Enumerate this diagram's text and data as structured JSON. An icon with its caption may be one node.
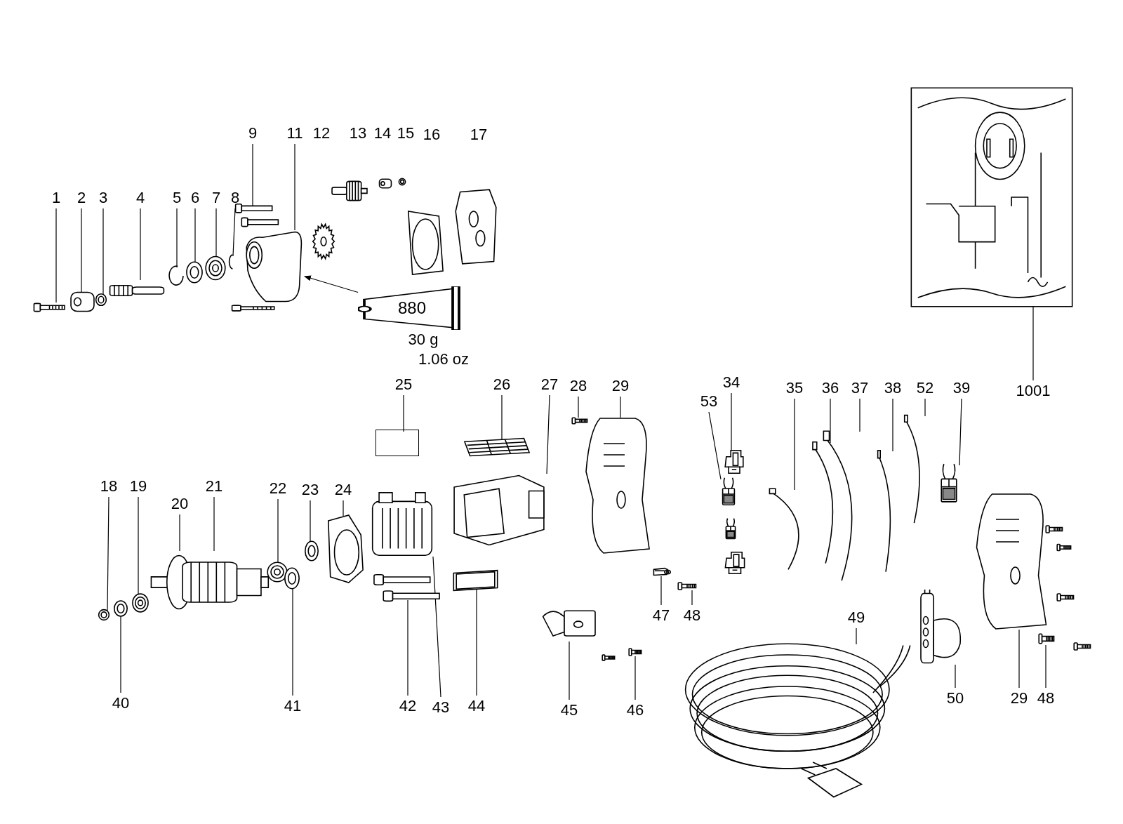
{
  "diagram": {
    "nodes": [
      {
        "text": [
          "1"
        ]
      },
      {
        "text": [],
        "shape": "picture"
      },
      {
        "text": [
          "2"
        ]
      },
      {
        "text": [],
        "shape": "picture"
      },
      {
        "text": [
          "3"
        ]
      },
      {
        "text": [],
        "shape": "picture"
      },
      {
        "text": [
          "4"
        ]
      },
      {
        "text": [],
        "shape": "picture"
      },
      {
        "text": [
          "5"
        ]
      },
      {
        "text": [],
        "shape": "picture"
      },
      {
        "text": [
          "6"
        ]
      },
      {
        "text": [],
        "shape": "picture"
      },
      {
        "text": [
          "7"
        ]
      },
      {
        "text": [],
        "shape": "picture"
      },
      {
        "text": [
          "8"
        ]
      },
      {
        "text": [],
        "shape": "picture"
      },
      {
        "text": [
          "9"
        ]
      },
      {
        "text": [],
        "shape": "picture"
      },
      {
        "text": [
          "11"
        ]
      },
      {
        "text": [],
        "shape": "picture"
      },
      {
        "text": [
          "880"
        ],
        "beside": [
          "30 g",
          "1.06 oz"
        ]
      },
      {
        "text": [
          "25"
        ]
      },
      {
        "text": [],
        "shape": "box"
      },
      {
        "text": [
          "26"
        ]
      },
      {
        "text": [],
        "shape": "picture"
      },
      {
        "text": [
          "27"
        ]
      },
      {
        "text": [],
        "shape": "picture"
      },
      {
        "text": [
          "28"
        ]
      },
      {
        "text": [],
        "shape": "picture"
      },
      {
        "text": [
          "29"
        ]
      },
      {
        "text": [],
        "shape": "picture"
      },
      {
        "text": [
          "34"
        ]
      },
      {
        "text": [
          "53"
        ]
      },
      {
        "text": [],
        "shape": "picture"
      },
      {
        "text": [],
        "shape": "picture"
      },
      {
        "text": [
          "35"
        ]
      },
      {
        "text": [],
        "shape": "picture"
      },
      {
        "text": [
          "36"
        ]
      },
      {
        "text": [],
        "shape": "picture"
      },
      {
        "text": [
          "37"
        ]
      },
      {
        "text": [],
        "shape": "picture"
      },
      {
        "text": [
          "38"
        ]
      },
      {
        "text": [],
        "shape": "picture"
      },
      {
        "text": [
          "52"
        ]
      },
      {
        "text": [],
        "shape": "picture"
      },
      {
        "text": [
          "39"
        ]
      },
      {
        "text": [],
        "shape": "picture"
      },
      {
        "text": [
          "1001"
        ]
      },
      {
        "text": [],
        "shape": "picture"
      },
      {
        "text": [
          "18"
        ]
      },
      {
        "text": [],
        "shape": "picture"
      },
      {
        "text": [
          "19"
        ]
      },
      {
        "text": [],
        "shape": "picture"
      },
      {
        "text": [
          "21"
        ]
      },
      {
        "text": [
          "20"
        ]
      },
      {
        "text": [],
        "shape": "picture"
      },
      {
        "text": [
          "22"
        ]
      },
      {
        "text": [],
        "shape": "picture"
      },
      {
        "text": [
          "23"
        ]
      },
      {
        "text": [],
        "shape": "picture"
      },
      {
        "text": [
          "24"
        ]
      },
      {
        "text": [],
        "shape": "picture"
      },
      {
        "text": [
          "40"
        ]
      },
      {
        "text": [],
        "shape": "picture"
      },
      {
        "text": [
          "41"
        ]
      },
      {
        "text": [],
        "shape": "picture"
      },
      {
        "text": [
          "42"
        ]
      },
      {
        "text": [],
        "shape": "picture"
      },
      {
        "text": [
          "43"
        ]
      },
      {
        "text": [],
        "shape": "picture"
      },
      {
        "text": [
          "44"
        ]
      },
      {
        "text": [],
        "shape": "picture"
      },
      {
        "text": [
          "45"
        ]
      },
      {
        "text": [],
        "shape": "picture"
      },
      {
        "text": [
          "46"
        ]
      },
      {
        "text": [],
        "shape": "picture"
      },
      {
        "text": [
          "47"
        ]
      },
      {
        "text": [],
        "shape": "picture"
      },
      {
        "text": [
          "48"
        ]
      },
      {
        "text": [],
        "shape": "picture"
      },
      {
        "text": [
          "49"
        ]
      },
      {
        "text": [],
        "shape": "picture"
      },
      {
        "text": [
          "50"
        ]
      },
      {
        "text": [],
        "shape": "picture"
      },
      {
        "text": [
          "29"
        ]
      },
      {
        "text": [],
        "shape": "picture"
      },
      {
        "text": [
          "48"
        ]
      },
      {
        "text": [],
        "shape": "picture"
      }
    ],
    "edges": [
      {
        "from": 0,
        "to": 1,
        "arrow": "none"
      },
      {
        "from": 2,
        "to": 3,
        "arrow": "none"
      },
      {
        "from": 4,
        "to": 5,
        "arrow": "none"
      },
      {
        "from": 6,
        "to": 7,
        "arrow": "none"
      },
      {
        "from": 8,
        "to": 9,
        "arrow": "none"
      },
      {
        "from": 10,
        "to": 11,
        "arrow": "none"
      },
      {
        "from": 12,
        "to": 13,
        "arrow": "none"
      },
      {
        "from": 14,
        "to": 15,
        "arrow": "none"
      },
      {
        "from": 16,
        "to": 17,
        "arrow": "none"
      },
      {
        "from": 18,
        "to": 19,
        "arrow": "none"
      },
      {
        "from": 20,
        "to": 19,
        "arrow": "to"
      },
      {
        "from": 21,
        "to": 22,
        "arrow": "none"
      },
      {
        "from": 23,
        "to": 24,
        "arrow": "none"
      },
      {
        "from": 25,
        "to": 26,
        "arrow": "none"
      },
      {
        "from": 27,
        "to": 28,
        "arrow": "none"
      },
      {
        "from": 29,
        "to": 30,
        "arrow": "none"
      },
      {
        "from": 31,
        "to": 33,
        "arrow": "none"
      },
      {
        "from": 32,
        "to": 34,
        "arrow": "none"
      },
      {
        "from": 35,
        "to": 36,
        "arrow": "none"
      },
      {
        "from": 37,
        "to": 38,
        "arrow": "none"
      },
      {
        "from": 39,
        "to": 40,
        "arrow": "none"
      },
      {
        "from": 41,
        "to": 42,
        "arrow": "none"
      },
      {
        "from": 43,
        "to": 44,
        "arrow": "none"
      },
      {
        "from": 45,
        "to": 46,
        "arrow": "none"
      },
      {
        "from": 47,
        "to": 48,
        "arrow": "none"
      },
      {
        "from": 49,
        "to": 50,
        "arrow": "none"
      },
      {
        "from": 51,
        "to": 52,
        "arrow": "none"
      },
      {
        "from": 53,
        "to": 55,
        "arrow": "none"
      },
      {
        "from": 54,
        "to": 55,
        "arrow": "none"
      },
      {
        "from": 56,
        "to": 57,
        "arrow": "none"
      },
      {
        "from": 58,
        "to": 59,
        "arrow": "none"
      },
      {
        "from": 60,
        "to": 61,
        "arrow": "none"
      },
      {
        "from": 62,
        "to": 63,
        "arrow": "none"
      },
      {
        "from": 64,
        "to": 65,
        "arrow": "none"
      },
      {
        "from": 66,
        "to": 67,
        "arrow": "none"
      },
      {
        "from": 68,
        "to": 69,
        "arrow": "none"
      },
      {
        "from": 70,
        "to": 71,
        "arrow": "none"
      },
      {
        "from": 72,
        "to": 73,
        "arrow": "none"
      },
      {
        "from": 74,
        "to": 75,
        "arrow": "none"
      },
      {
        "from": 76,
        "to": 77,
        "arrow": "none"
      },
      {
        "from": 78,
        "to": 79,
        "arrow": "none"
      },
      {
        "from": 80,
        "to": 81,
        "arrow": "none"
      },
      {
        "from": 82,
        "to": 83,
        "arrow": "none"
      },
      {
        "from": 84,
        "to": 85,
        "arrow": "none"
      },
      {
        "from": 86,
        "to": 87,
        "arrow": "none"
      }
    ],
    "labels": [
      "12",
      "13",
      "14",
      "15",
      "16",
      "17"
    ]
  }
}
